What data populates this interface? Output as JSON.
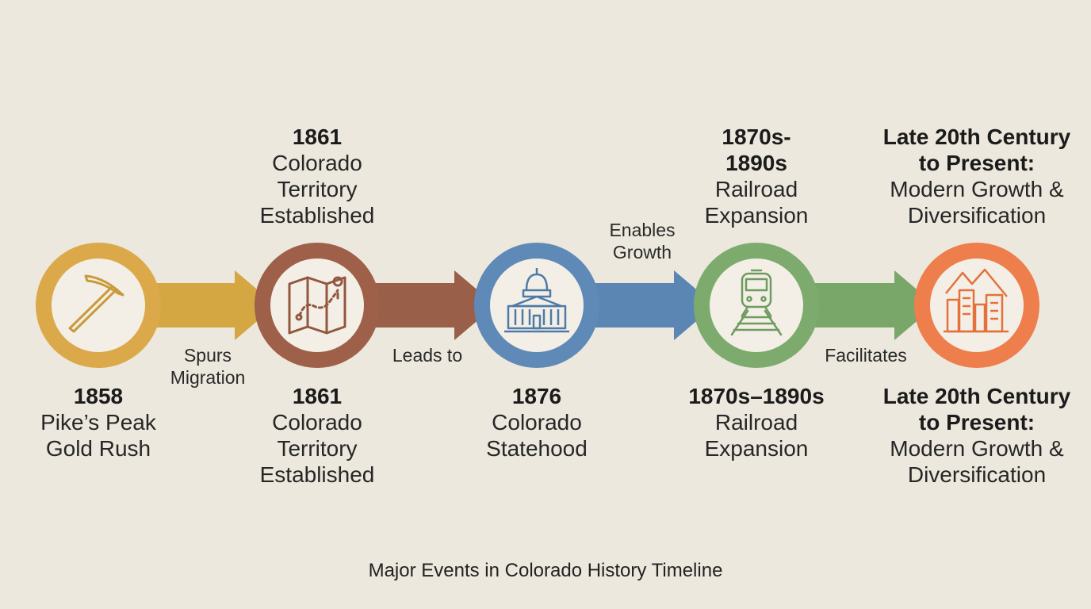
{
  "colors": {
    "background": "#ece8dd",
    "gold": "#d4a742",
    "brown": "#9a5f48",
    "blue": "#5b86b4",
    "green": "#79a76a",
    "orange": "#ec7d4a",
    "disc": "#f3efe6"
  },
  "events": [
    {
      "icon": "pickaxe-icon",
      "color": "#d4a742",
      "ring": "#dba94a",
      "bottom": {
        "year": "1858",
        "lines": [
          "Pike’s Peak",
          "Gold Rush"
        ]
      }
    },
    {
      "icon": "map-icon",
      "color": "#9a5f48",
      "ring": "#9e6049",
      "top": {
        "year": "1861",
        "lines": [
          "Colorado",
          "Territory",
          "Established"
        ]
      },
      "bottom": {
        "year": "1861",
        "lines": [
          "Colorado",
          "Territory",
          "Established"
        ]
      }
    },
    {
      "icon": "capitol-icon",
      "color": "#5b86b4",
      "ring": "#5f8ab7",
      "bottom": {
        "year": "1876",
        "lines": [
          "Colorado",
          "Statehood"
        ]
      }
    },
    {
      "icon": "train-icon",
      "color": "#79a76a",
      "ring": "#7dab6e",
      "top": {
        "year_lines": [
          "1870s-",
          "1890s"
        ],
        "lines": [
          "Railroad",
          "Expansion"
        ]
      },
      "bottom": {
        "year": "1870s–1890s",
        "lines": [
          "Railroad",
          "Expansion"
        ]
      }
    },
    {
      "icon": "city-mountains-icon",
      "color": "#ec7d4a",
      "ring": "#ee7e4b",
      "top": {
        "year_lines": [
          "Late 20th Century",
          "to Present:"
        ],
        "lines": [
          "Modern Growth &",
          "Diversification"
        ]
      },
      "bottom": {
        "year_lines": [
          "Late 20th Century",
          "to Present:"
        ],
        "lines": [
          "Modern Growth &",
          "Diversification"
        ]
      }
    }
  ],
  "connectors": [
    {
      "lines": [
        "Spurs",
        "Migration"
      ]
    },
    {
      "lines": [
        "Leads to"
      ]
    },
    {
      "lines": [
        "Enables",
        "Growth"
      ]
    },
    {
      "lines": [
        "Facilitates"
      ]
    }
  ],
  "caption": "Major Events in Colorado History Timeline"
}
